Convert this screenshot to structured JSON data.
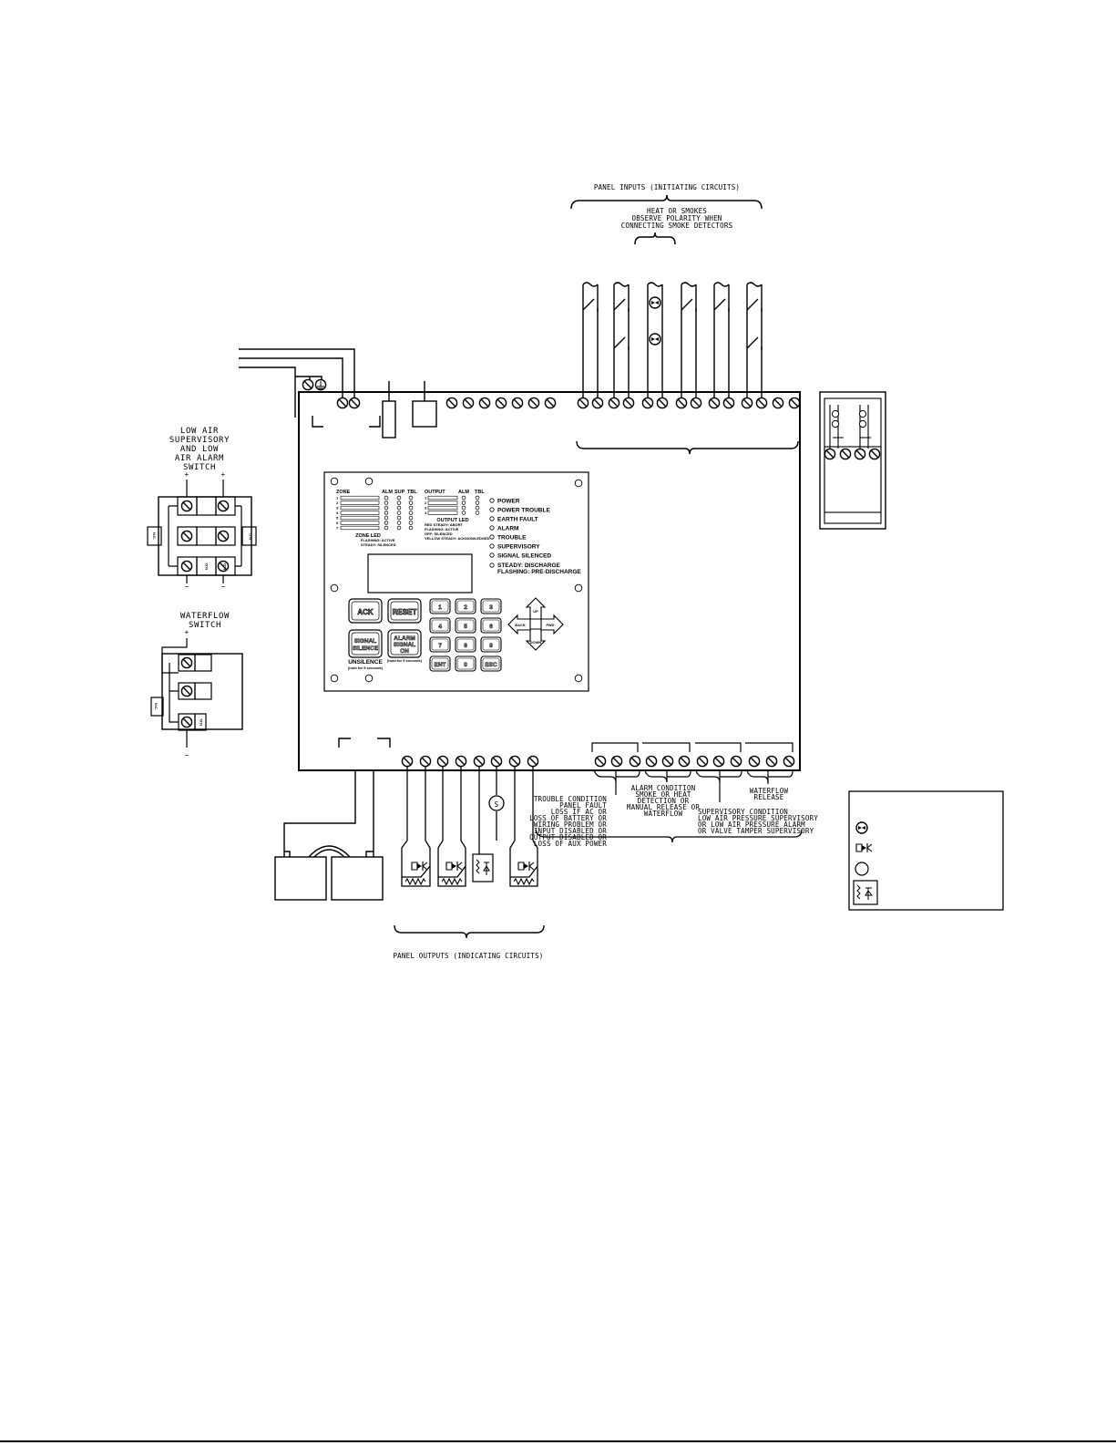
{
  "labels": {
    "panel_inputs": "PANEL INPUTS (INITIATING CIRCUITS)",
    "heat_line1": "HEAT OR SMOKES",
    "heat_line2": "OBSERVE POLARITY WHEN",
    "heat_line3": "CONNECTING SMOKE DETECTORS",
    "low_air_1": "LOW AIR",
    "low_air_2": "SUPERVISORY",
    "low_air_3": "AND LOW",
    "low_air_4": "AIR ALARM",
    "low_air_5": "SWITCH",
    "waterflow_1": "WATERFLOW",
    "waterflow_2": "SWITCH",
    "panel_outputs": "PANEL OUTPUTS (INDICATING CIRCUITS)",
    "trouble_1": "TROUBLE CONDITION",
    "trouble_2": "PANEL FAULT",
    "trouble_3": "LOSS IF AC OR",
    "trouble_4": "LOSS OF BATTERY OR",
    "trouble_5": "WIRING PROBLEM OR",
    "trouble_6": "INPUT DISABLED OR",
    "trouble_7": "OUTPUT DISABLED OR",
    "trouble_8": "LOSS OF AUX POWER",
    "alarm_1": "ALARM CONDITION",
    "alarm_2": "SMOKE OR HEAT",
    "alarm_3": "DETECTION OR",
    "alarm_4": "MANUAL RELEASE OR",
    "alarm_5": "WATERFLOW",
    "waterflow_rel_1": "WATERFLOW",
    "waterflow_rel_2": "RELEASE",
    "superv_1": "SUPERVISORY CONDITION",
    "superv_2": "LOW AIR PRESSURE SUPERVISORY",
    "superv_3": "OR LOW AIR PRESSURE ALARM",
    "superv_4": "OR VALVE TAMPER SUPERVISORY",
    "switch_nc": "N.C.",
    "switch_c": "C",
    "switch_no": "N.O.",
    "plus": "+",
    "minus": "−",
    "strobe_s": "S"
  },
  "front_panel": {
    "zone_header": "ZONE",
    "alm": "ALM",
    "sup": "SUP",
    "tbl": "TBL",
    "output_header": "OUTPUT",
    "zone_numbers": [
      "1",
      "2",
      "3",
      "4",
      "5",
      "6",
      "7"
    ],
    "output_numbers": [
      "1",
      "2",
      "3",
      "4"
    ],
    "zone_led_title": "ZONE LED",
    "zone_led_1": "FLASHING: ACTIVE",
    "zone_led_2": "STEADY:   SILENCED",
    "output_led_title": "OUTPUT LED",
    "output_led_1": "RED STEADY:    ABORT",
    "output_led_2": "FLASHING:      ACTIVE",
    "output_led_3": "OFF:           SILENCED",
    "output_led_4": "YELLOW STEADY: ACKNOWLEDGED",
    "status": [
      "POWER",
      "POWER TROUBLE",
      "EARTH FAULT",
      "ALARM",
      "TROUBLE",
      "SUPERVISORY",
      "SIGNAL SILENCED"
    ],
    "steady_1": "STEADY: DISCHARGE",
    "steady_2": "FLASHING: PRE-DISCHARGE",
    "ack": "ACK",
    "reset": "RESET",
    "signal_1": "SIGNAL",
    "signal_2": "SILENCE",
    "unsilence": "UNSILENCE",
    "hold_5a": "(hold for 5 seconds)",
    "alarm_signal_1": "ALARM",
    "alarm_signal_2": "SIGNAL",
    "alarm_signal_3": "ON",
    "hold_5b": "(hold for 5 seconds)",
    "keys": [
      "1",
      "2",
      "3",
      "4",
      "5",
      "6",
      "7",
      "8",
      "9",
      "ENT",
      "0",
      "ESC"
    ],
    "nav_up": "UP",
    "nav_down": "DOWN",
    "nav_back": "BACK",
    "nav_fwd": "FWD"
  },
  "legend": {
    "items": [
      "smoke-detector",
      "heat-detector",
      "strobe",
      "releasing-solenoid"
    ]
  }
}
